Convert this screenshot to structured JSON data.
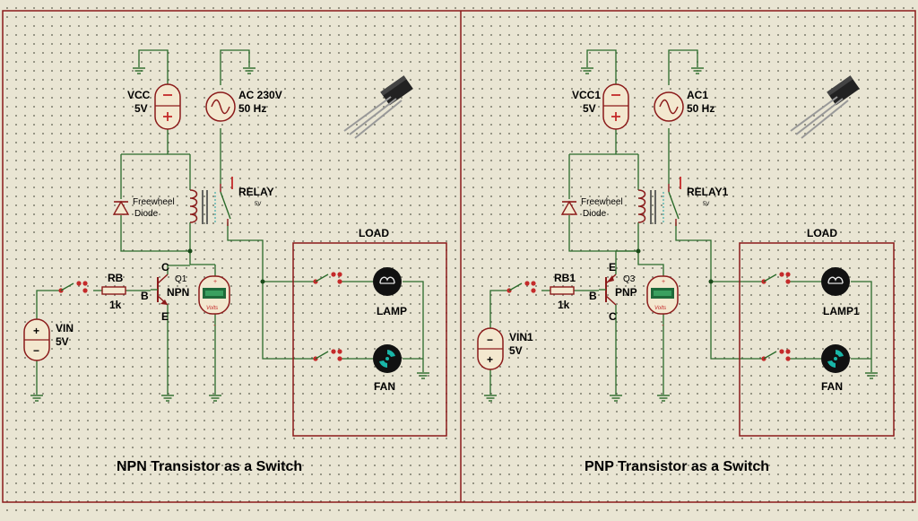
{
  "panels": [
    {
      "title": "NPN Transistor as a Switch",
      "vcc_label": "VCC",
      "vcc_value": "5V",
      "ac_label": "AC 230V",
      "ac_value": "50 Hz",
      "relay_label": "RELAY",
      "relay_value": "5V",
      "diode_line1": "Freewheel",
      "diode_line2": "Diode",
      "rb_label": "RB",
      "rb_value": "1k",
      "q_label": "Q1",
      "q_type": "NPN",
      "pin_top": "C",
      "pin_bottom": "E",
      "pin_base": "B",
      "vin_label": "VIN",
      "vin_value": "5V",
      "vin_top_sign": "+",
      "vin_bottom_sign": "−",
      "load_label": "LOAD",
      "lamp_label": "LAMP",
      "fan_label": "FAN",
      "volts_label": "Volts"
    },
    {
      "title": "PNP Transistor as a Switch",
      "vcc_label": "VCC1",
      "vcc_value": "5V",
      "ac_label": "AC1",
      "ac_value": "50 Hz",
      "relay_label": "RELAY1",
      "relay_value": "5V",
      "diode_line1": "Freewheel",
      "diode_line2": "Diode",
      "rb_label": "RB1",
      "rb_value": "1k",
      "q_label": "Q3",
      "q_type": "PNP",
      "pin_top": "E",
      "pin_bottom": "C",
      "pin_base": "B",
      "vin_label": "VIN1",
      "vin_value": "5V",
      "vin_top_sign": "−",
      "vin_bottom_sign": "+",
      "load_label": "LOAD",
      "lamp_label": "LAMP1",
      "fan_label": "FAN",
      "volts_label": "Volts"
    }
  ],
  "colors": {
    "background": "#e9e5d3",
    "wire": "#2a6a2a",
    "component": "#8b1a1a",
    "component_fill": "#f3e8cf"
  }
}
